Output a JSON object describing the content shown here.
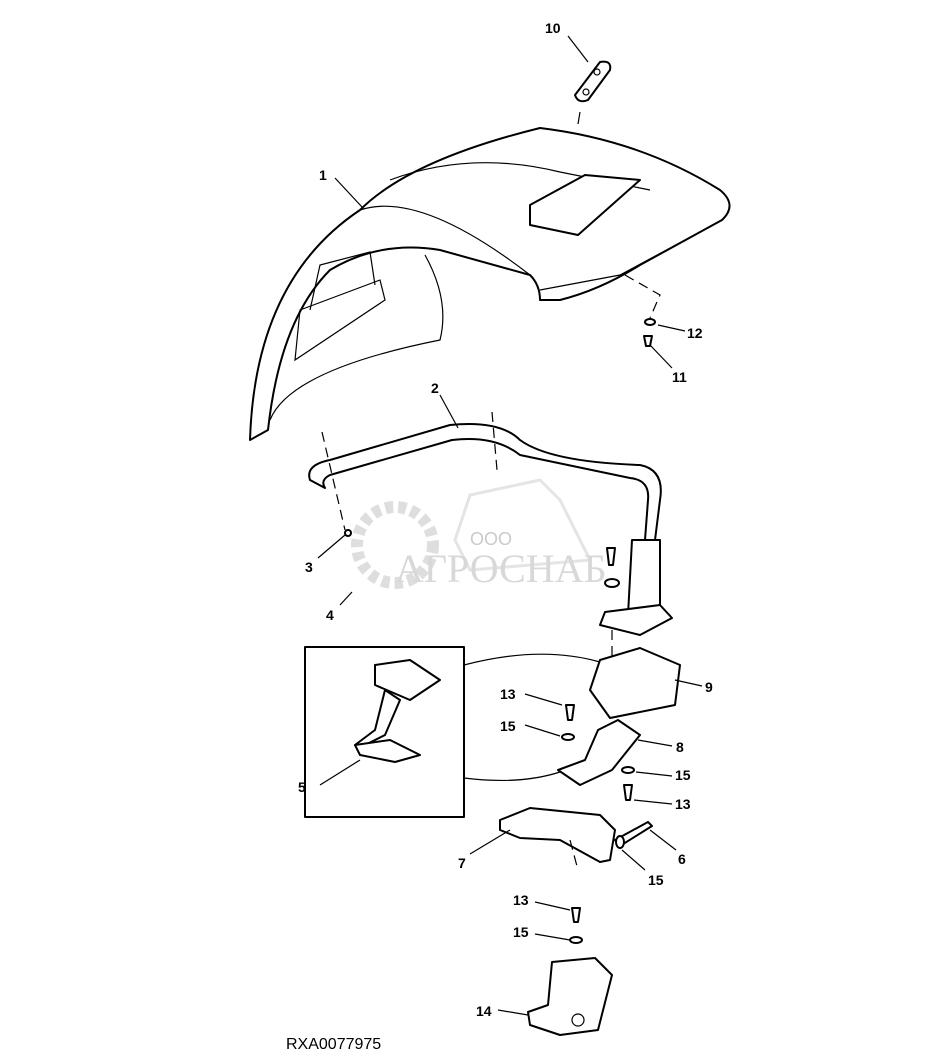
{
  "diagram": {
    "callouts": {
      "c1": "1",
      "c2": "2",
      "c3": "3",
      "c4": "4",
      "c5": "5",
      "c6": "6",
      "c7": "7",
      "c8": "8",
      "c9": "9",
      "c10": "10",
      "c11": "11",
      "c12": "12",
      "c13a": "13",
      "c13b": "13",
      "c13c": "13",
      "c14": "14",
      "c15a": "15",
      "c15b": "15",
      "c15c": "15",
      "c15d": "15"
    },
    "figure_code": "RXA0077975",
    "watermark": {
      "prefix": "ООО",
      "name": "АГРОСНАБ"
    }
  }
}
